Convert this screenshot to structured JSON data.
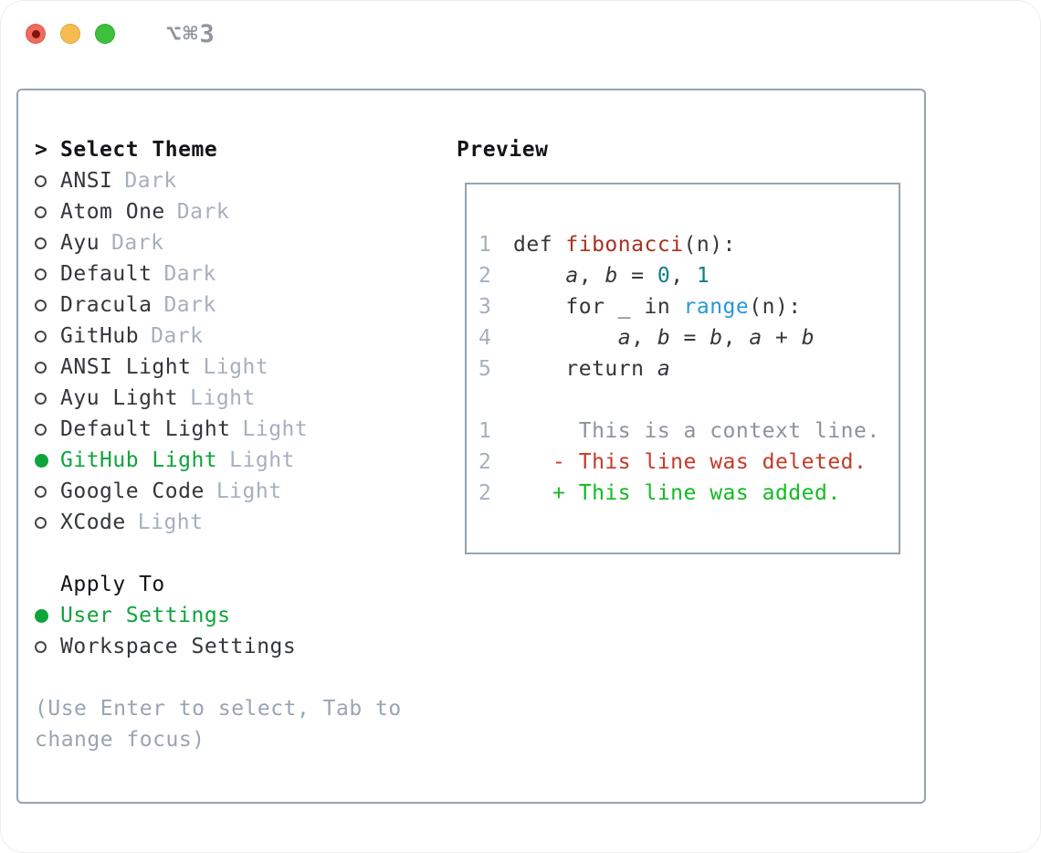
{
  "titlebar": {
    "title": "⌥⌘3"
  },
  "colors": {
    "accent_green": "#0ea43c",
    "added_green": "#12bb22",
    "deleted_red": "#c43a28",
    "func_red": "#a93122",
    "number_teal": "#0b7f82",
    "builtin_blue": "#2897d8",
    "context_gray": "#8b939d",
    "muted_gray": "#a6b0bd",
    "text_dark": "#33363c",
    "heading_black": "#121418",
    "circle_gray": "#43464c",
    "border_gray": "#99a3ae",
    "help_gray": "#9aa4b2",
    "title_gray": "#8f959c",
    "traffic_red": "#f16a5d",
    "traffic_red_dot": "#7e150e",
    "traffic_yellow": "#f6bc4f",
    "traffic_green": "#3dc03c"
  },
  "theme_panel": {
    "header_prefix": ">",
    "header": "Select Theme",
    "themes": [
      {
        "name": "ANSI",
        "tag": "Dark",
        "selected": false
      },
      {
        "name": "Atom One",
        "tag": "Dark",
        "selected": false
      },
      {
        "name": "Ayu",
        "tag": "Dark",
        "selected": false
      },
      {
        "name": "Default",
        "tag": "Dark",
        "selected": false
      },
      {
        "name": "Dracula",
        "tag": "Dark",
        "selected": false
      },
      {
        "name": "GitHub",
        "tag": "Dark",
        "selected": false
      },
      {
        "name": "ANSI Light",
        "tag": "Light",
        "selected": false
      },
      {
        "name": "Ayu Light",
        "tag": "Light",
        "selected": false
      },
      {
        "name": "Default Light",
        "tag": "Light",
        "selected": false
      },
      {
        "name": "GitHub Light",
        "tag": "Light",
        "selected": true
      },
      {
        "name": "Google Code",
        "tag": "Light",
        "selected": false
      },
      {
        "name": "XCode",
        "tag": "Light",
        "selected": false
      }
    ],
    "apply_header": "Apply To",
    "apply_options": [
      {
        "label": "User Settings",
        "selected": true
      },
      {
        "label": "Workspace Settings",
        "selected": false
      }
    ],
    "help": "(Use Enter to select, Tab to change focus)"
  },
  "preview": {
    "header": "Preview",
    "lines": [
      {
        "type": "code",
        "num": "1",
        "segments": [
          {
            "text": "def ",
            "style": "plain"
          },
          {
            "text": "fibonacci",
            "style": "func"
          },
          {
            "text": "(n):",
            "style": "plain"
          }
        ]
      },
      {
        "type": "code",
        "num": "2",
        "segments": [
          {
            "text": "    ",
            "style": "plain"
          },
          {
            "text": "a",
            "style": "var"
          },
          {
            "text": ", ",
            "style": "plain"
          },
          {
            "text": "b",
            "style": "var"
          },
          {
            "text": " = ",
            "style": "plain"
          },
          {
            "text": "0",
            "style": "num"
          },
          {
            "text": ", ",
            "style": "plain"
          },
          {
            "text": "1",
            "style": "num"
          }
        ]
      },
      {
        "type": "code",
        "num": "3",
        "segments": [
          {
            "text": "    for _ in ",
            "style": "plain"
          },
          {
            "text": "range",
            "style": "builtin"
          },
          {
            "text": "(n):",
            "style": "plain"
          }
        ]
      },
      {
        "type": "code",
        "num": "4",
        "segments": [
          {
            "text": "        ",
            "style": "plain"
          },
          {
            "text": "a",
            "style": "var"
          },
          {
            "text": ", ",
            "style": "plain"
          },
          {
            "text": "b",
            "style": "var"
          },
          {
            "text": " = ",
            "style": "plain"
          },
          {
            "text": "b",
            "style": "var"
          },
          {
            "text": ", ",
            "style": "plain"
          },
          {
            "text": "a",
            "style": "var"
          },
          {
            "text": " + ",
            "style": "plain"
          },
          {
            "text": "b",
            "style": "var"
          }
        ]
      },
      {
        "type": "code",
        "num": "5",
        "segments": [
          {
            "text": "    return ",
            "style": "plain"
          },
          {
            "text": "a",
            "style": "var"
          }
        ]
      },
      {
        "type": "blank",
        "num": "",
        "segments": []
      },
      {
        "type": "context",
        "num": "1",
        "segments": [
          {
            "text": "     This is a context line.",
            "style": "context"
          }
        ]
      },
      {
        "type": "deleted",
        "num": "2",
        "segments": [
          {
            "text": "   - This line was deleted.",
            "style": "deleted"
          }
        ]
      },
      {
        "type": "added",
        "num": "2",
        "segments": [
          {
            "text": "   + This line was added.",
            "style": "added"
          }
        ]
      }
    ]
  }
}
